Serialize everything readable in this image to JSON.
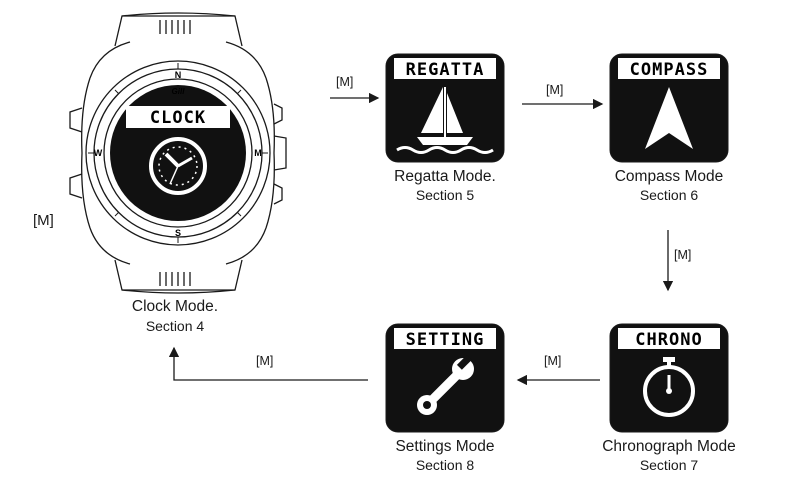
{
  "watch": {
    "screen_title": "CLOCK",
    "bezel_north": "N",
    "bezel_south": "S",
    "bezel_west": "W",
    "bezel_east_button": "M",
    "logo": "Gill",
    "side_key_label": "[M]"
  },
  "modes": {
    "clock": {
      "label": "Clock Mode.",
      "section": "Section 4"
    },
    "regatta": {
      "title": "REGATTA",
      "label": "Regatta Mode.",
      "section": "Section 5"
    },
    "compass": {
      "title": "COMPASS",
      "label": "Compass Mode",
      "section": "Section 6"
    },
    "chronograph": {
      "title": "CHRONO",
      "label": "Chronograph Mode",
      "section": "Section 7"
    },
    "settings": {
      "title": "SETTING",
      "label": "Settings Mode",
      "section": "Section 8"
    }
  },
  "arrows": {
    "clock_to_regatta": "[M]",
    "regatta_to_compass": "[M]",
    "compass_to_chrono": "[M]",
    "chrono_to_settings": "[M]",
    "settings_to_clock": "[M]"
  },
  "colors": {
    "screen": "#111111",
    "title_bar": "#ffffff",
    "line": "#1a1a1a"
  }
}
